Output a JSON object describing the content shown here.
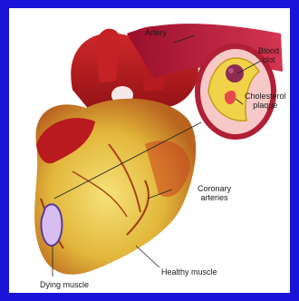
{
  "labels": {
    "artery": "Artery",
    "blood_clot_line1": "Blood",
    "blood_clot_line2": "clot",
    "cholesterol_line1": "Cholesterol",
    "cholesterol_line2": "plaque",
    "coronary_line1": "Coronary",
    "coronary_line2": "arteries",
    "healthy_muscle": "Healthy muscle",
    "dying_muscle": "Dying muscle"
  },
  "colors": {
    "border": "#1a14d8",
    "heart_red": "#b81a1e",
    "muscle_yellow": "#e8c63c",
    "dying_purple": "#5b3aa0",
    "plaque_yellow": "#f1d34a",
    "clot_purple": "#8e2b54"
  }
}
